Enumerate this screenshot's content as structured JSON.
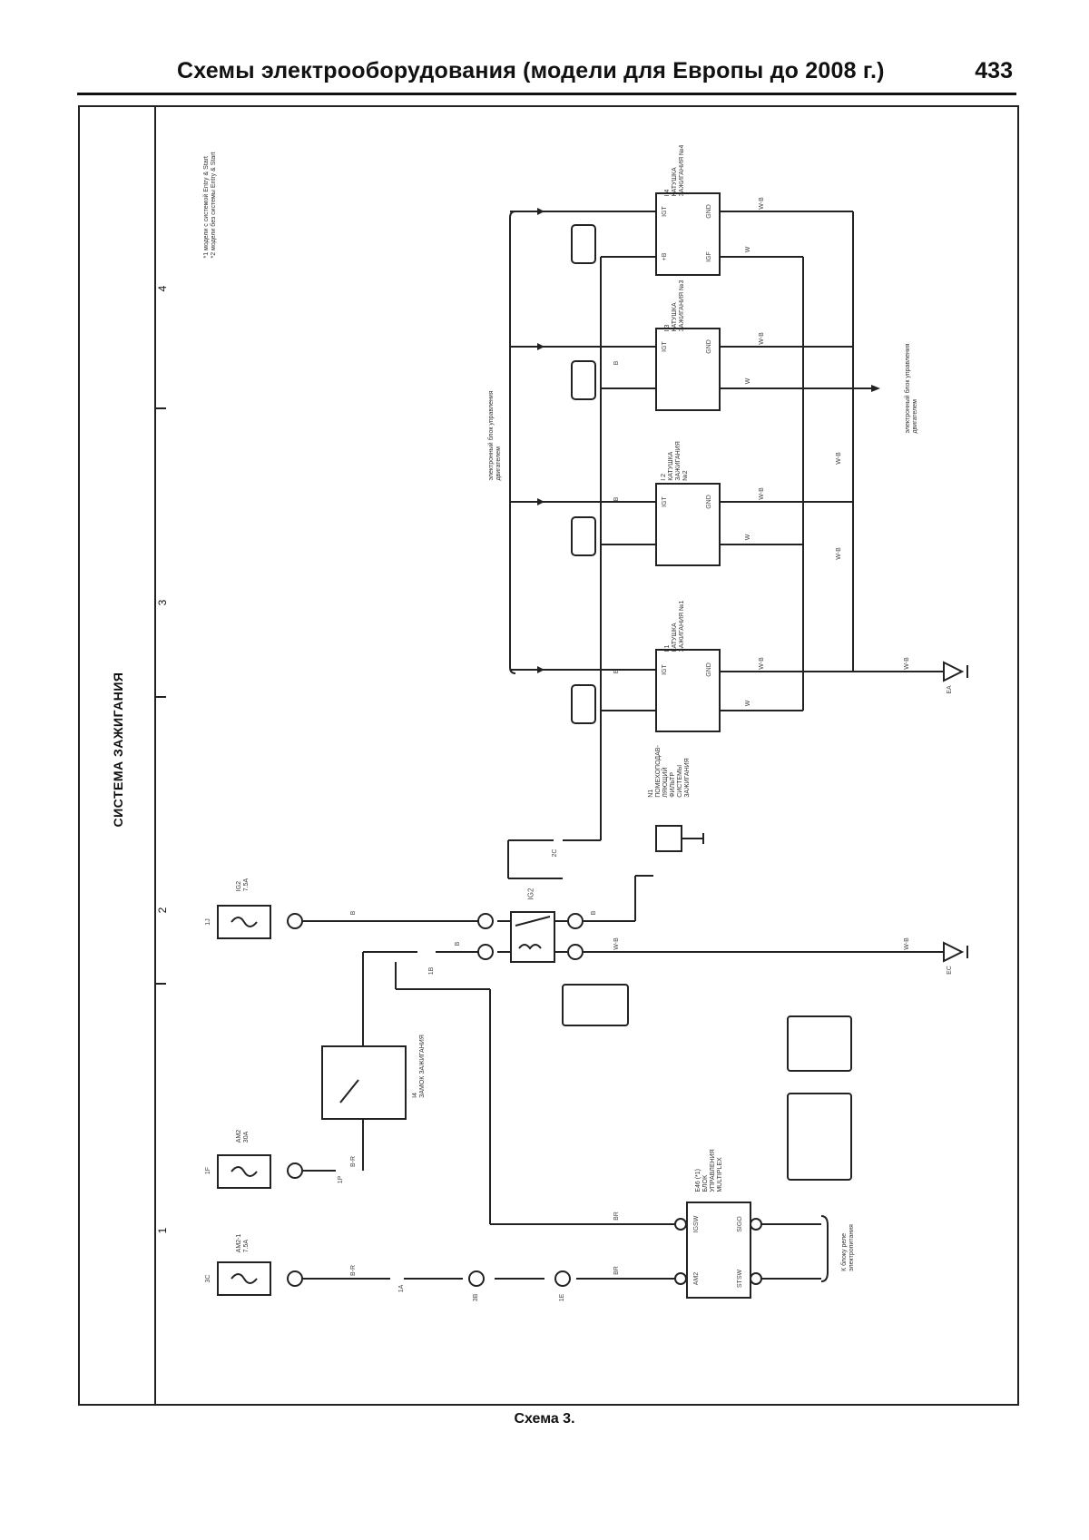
{
  "header": {
    "title": "Схемы электрооборудования (модели для Европы до 2008 г.)",
    "page_number": "433"
  },
  "section_title": "СИСТЕМА ЗАЖИГАНИЯ",
  "zone_numbers": [
    "1",
    "2",
    "3",
    "4"
  ],
  "footnotes": [
    "*1 модели с системой Entry & Start",
    "*2 модели без системы Entry & Start"
  ],
  "components": {
    "coil_1": [
      "I 1",
      "КАТУШКА",
      "ЗАЖИГАНИЯ №1"
    ],
    "coil_2": [
      "I 2",
      "КАТУШКА",
      "ЗАЖИГАНИЯ",
      "№2"
    ],
    "coil_3": [
      "I 3",
      "КАТУШКА",
      "ЗАЖИГАНИЯ №3"
    ],
    "coil_4": [
      "I 4",
      "КАТУШКА",
      "ЗАЖИГАНИЯ №4"
    ],
    "noise_filter": [
      "N1",
      "ПОМЕХОПОДАВ-",
      "ЛЯЮЩИЙ",
      "ФИЛЬТР",
      "СИСТЕМЫ",
      "ЗАЖИГАНИЯ"
    ],
    "ignition_switch": [
      "I4",
      "ЗАМОК ЗАЖИГАНИЯ"
    ],
    "ecu_left": [
      "электронный блок управления",
      "двигателем"
    ],
    "ecu_right": [
      "электронный блок управления",
      "двигателем"
    ],
    "multiplex_ecu": [
      "Е46 (*1)",
      "БЛОК",
      "УПРАВЛЕНИЯ",
      "MULTIPLEX"
    ],
    "multiplex_source": [
      "К блоку реле",
      "электропитания"
    ],
    "relay": "IG2"
  },
  "fuses": {
    "f_top": [
      "IG2",
      "7.5A"
    ],
    "f_mid": [
      "AM2",
      "30A"
    ],
    "f_bot": [
      "AM2-1",
      "7.5A"
    ]
  },
  "coil_pins": {
    "igt": "IGT",
    "igf": "IGF",
    "gnd": "GND",
    "plus_b": "+B"
  },
  "wire_colors": {
    "b": "B",
    "w": "W",
    "wb": "W-B",
    "b_r": "B-R",
    "br": "BR"
  },
  "ground_markers": {
    "g1": "EA",
    "g2": "EC"
  },
  "connectors": {
    "c1": "1J",
    "c2": "1F",
    "c3": "3C",
    "c4": "3B",
    "c5": "1E",
    "c6": "1B",
    "c7": "2C",
    "c8": "1P",
    "c9": "1A"
  },
  "ecu_pins": {
    "ig_sw": "IGSW",
    "am2": "AM2",
    "sigo": "SIGO",
    "stsw": "STSW"
  },
  "caption": "Схема 3."
}
